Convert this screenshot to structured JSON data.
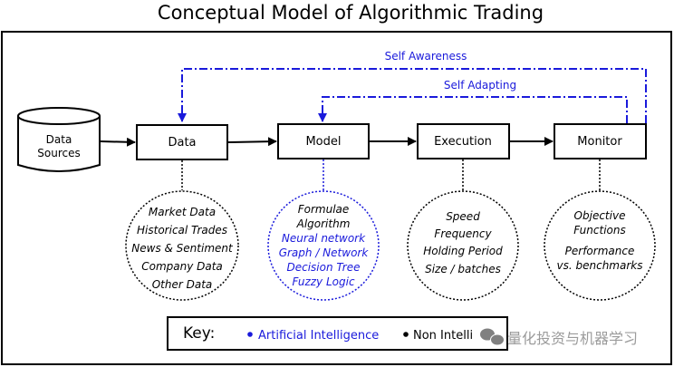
{
  "title": "Conceptual Model of Algorithmic Trading",
  "colors": {
    "ai": "#1a1adb",
    "non_ai": "#000000",
    "frame": "#000000"
  },
  "feedback": {
    "self_awareness": "Self Awareness",
    "self_adapting": "Self Adapting"
  },
  "nodes": {
    "data_sources": [
      "Data",
      "Sources"
    ],
    "data": "Data",
    "model": "Model",
    "execution": "Execution",
    "monitor": "Monitor"
  },
  "details": {
    "data": [
      "Market Data",
      "Historical Trades",
      "News & Sentiment",
      "Company Data",
      "Other Data"
    ],
    "model_non_ai": [
      "Formulae",
      "Algorithm"
    ],
    "model_ai": [
      "Neural network",
      "Graph / Network",
      "Decision Tree",
      "Fuzzy Logic"
    ],
    "execution": [
      "Speed",
      "Frequency",
      "Holding Period",
      "Size / batches"
    ],
    "monitor": [
      "Objective",
      "Functions",
      "Performance",
      "vs. benchmarks"
    ]
  },
  "key": {
    "label": "Key:",
    "ai": "Artificial Intelligence",
    "non_ai": "Non Intelli"
  },
  "watermark": "量化投资与机器学习"
}
